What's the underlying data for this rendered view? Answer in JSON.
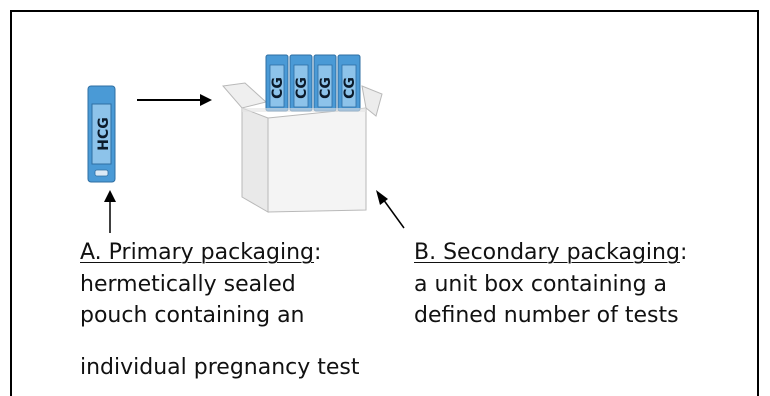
{
  "colors": {
    "pouch_blue": "#4a9ad6",
    "pouch_window": "#8dc3ea",
    "box_face": "#f4f4f4",
    "box_edge": "#b9b9b9",
    "frame": "#000000",
    "arrow": "#000000"
  },
  "pouch": {
    "label": "HCG"
  },
  "box": {
    "test_labels": [
      "CG",
      "CG",
      "CG",
      "CG"
    ]
  },
  "primary": {
    "heading": "A. Primary packaging",
    "colon": ":",
    "lines": [
      "hermetically sealed",
      "pouch containing an",
      "individual pregnancy test"
    ]
  },
  "secondary": {
    "heading": "B. Secondary packaging",
    "colon": ":",
    "lines": [
      "a unit box containing a",
      "defined number of tests"
    ]
  }
}
